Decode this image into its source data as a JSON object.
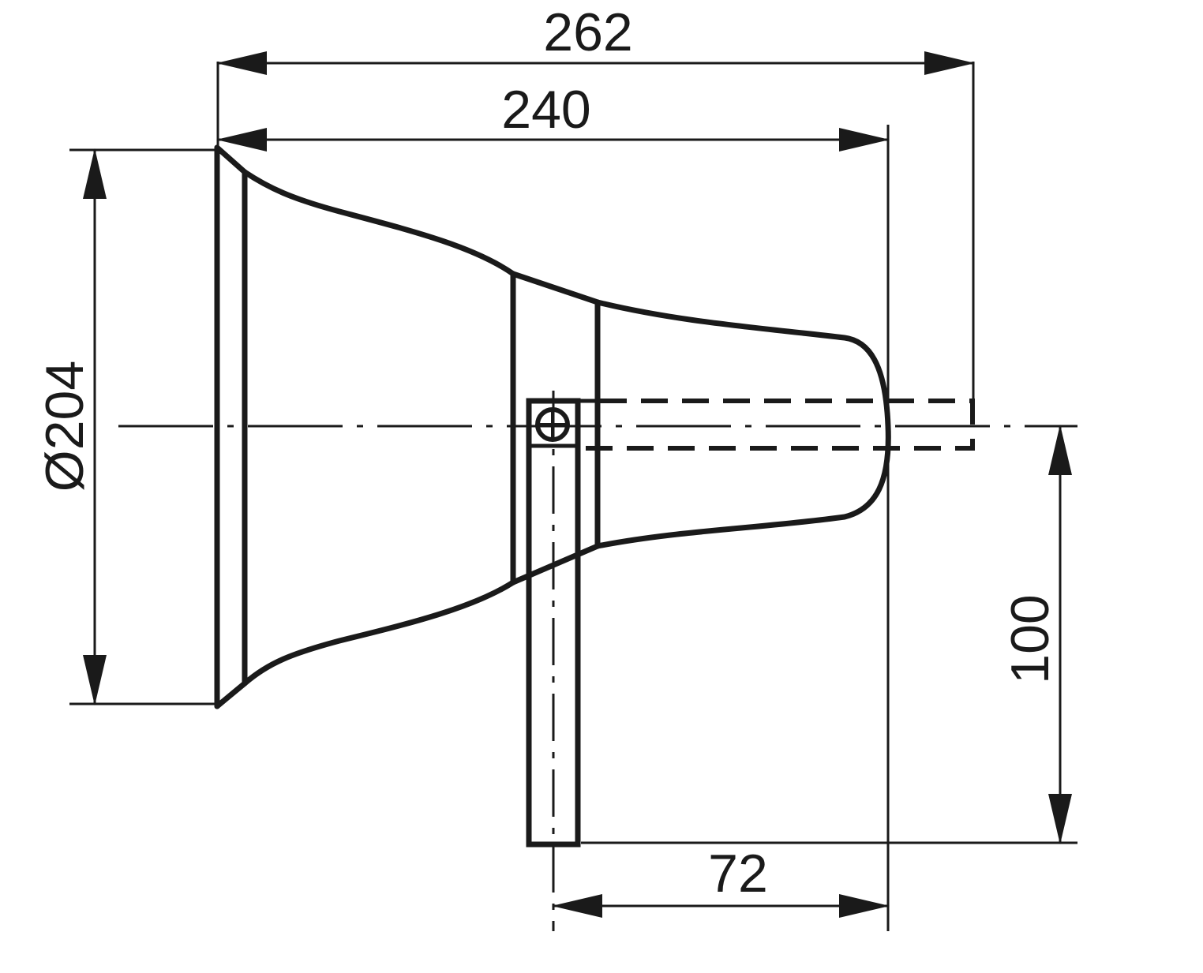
{
  "colors": {
    "line": "#1a1a1a",
    "background": "#ffffff"
  },
  "dimensions": {
    "overall_length": "262",
    "body_length": "240",
    "mouth_diameter": "Ø204",
    "bracket_height": "100",
    "bracket_offset": "72"
  }
}
